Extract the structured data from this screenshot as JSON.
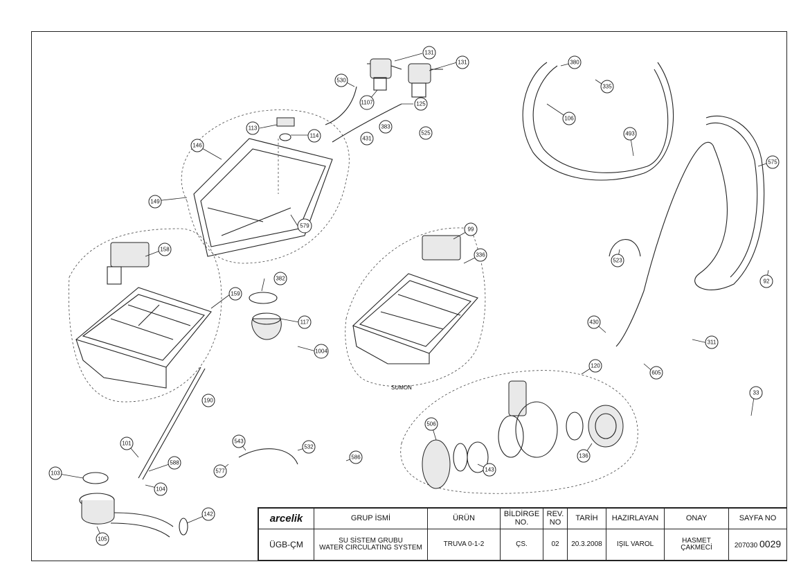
{
  "title_block": {
    "brand": "arcelik",
    "headers": {
      "group_name": "GRUP İSMİ",
      "product": "ÜRÜN",
      "notice_no": "BİLDİRGE NO.",
      "rev_no": "REV. NO",
      "date": "TARİH",
      "prepared_by": "HAZIRLAYAN",
      "approval": "ONAY",
      "page_no": "SAYFA NO"
    },
    "values": {
      "code": "ÜGB-ÇM",
      "group_name_tr": "SU SİSTEM GRUBU",
      "group_name_en": "WATER CIRCULATING SYSTEM",
      "product": "TRUVA 0-1-2",
      "notice_no": "ÇS.",
      "rev_no": "02",
      "date": "20.3.2008",
      "prepared_by": "IŞIL VAROL",
      "approval": "HASMET ÇAKMECİ",
      "page_no_prefix": "207030",
      "page_no_suffix": "0029"
    }
  },
  "free_labels": {
    "sumon": "SUMON"
  },
  "callouts": [
    "131",
    "131",
    "530",
    "1107",
    "125",
    "113",
    "114",
    "383",
    "431",
    "525",
    "146",
    "149",
    "579",
    "158",
    "159",
    "382",
    "117",
    "1004",
    "99",
    "336",
    "106",
    "493",
    "380",
    "335",
    "575",
    "523",
    "92",
    "430",
    "311",
    "605",
    "33",
    "120",
    "506",
    "143",
    "136",
    "101",
    "103",
    "588",
    "104",
    "105",
    "142",
    "543",
    "532",
    "577",
    "586"
  ]
}
